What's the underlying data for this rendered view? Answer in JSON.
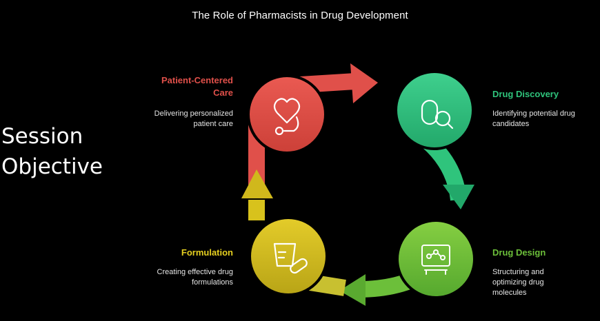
{
  "title": "The Role of Pharmacists in Drug Development",
  "side_text": {
    "line1": "Session",
    "line2": "Objective"
  },
  "stages": [
    {
      "label_line1": "Patient-Centered",
      "label_line2": "Care",
      "desc_line1": "Delivering personalized",
      "desc_line2": "patient care",
      "color": "#e0504a",
      "icon": "stethoscope-heart-icon"
    },
    {
      "label_line1": "Drug Discovery",
      "label_line2": "",
      "desc_line1": "Identifying potential drug",
      "desc_line2": "candidates",
      "color": "#2fc47c",
      "icon": "capsule-magnifier-icon"
    },
    {
      "label_line1": "Drug Design",
      "label_line2": "",
      "desc_line1": "Structuring and",
      "desc_line2": "optimizing drug",
      "desc_line3": "molecules",
      "color": "#6cbf3a",
      "icon": "molecule-board-icon"
    },
    {
      "label_line1": "Formulation",
      "label_line2": "",
      "desc_line1": "Creating effective drug",
      "desc_line2": "formulations",
      "color": "#d8c21c",
      "icon": "beaker-pill-icon"
    }
  ]
}
